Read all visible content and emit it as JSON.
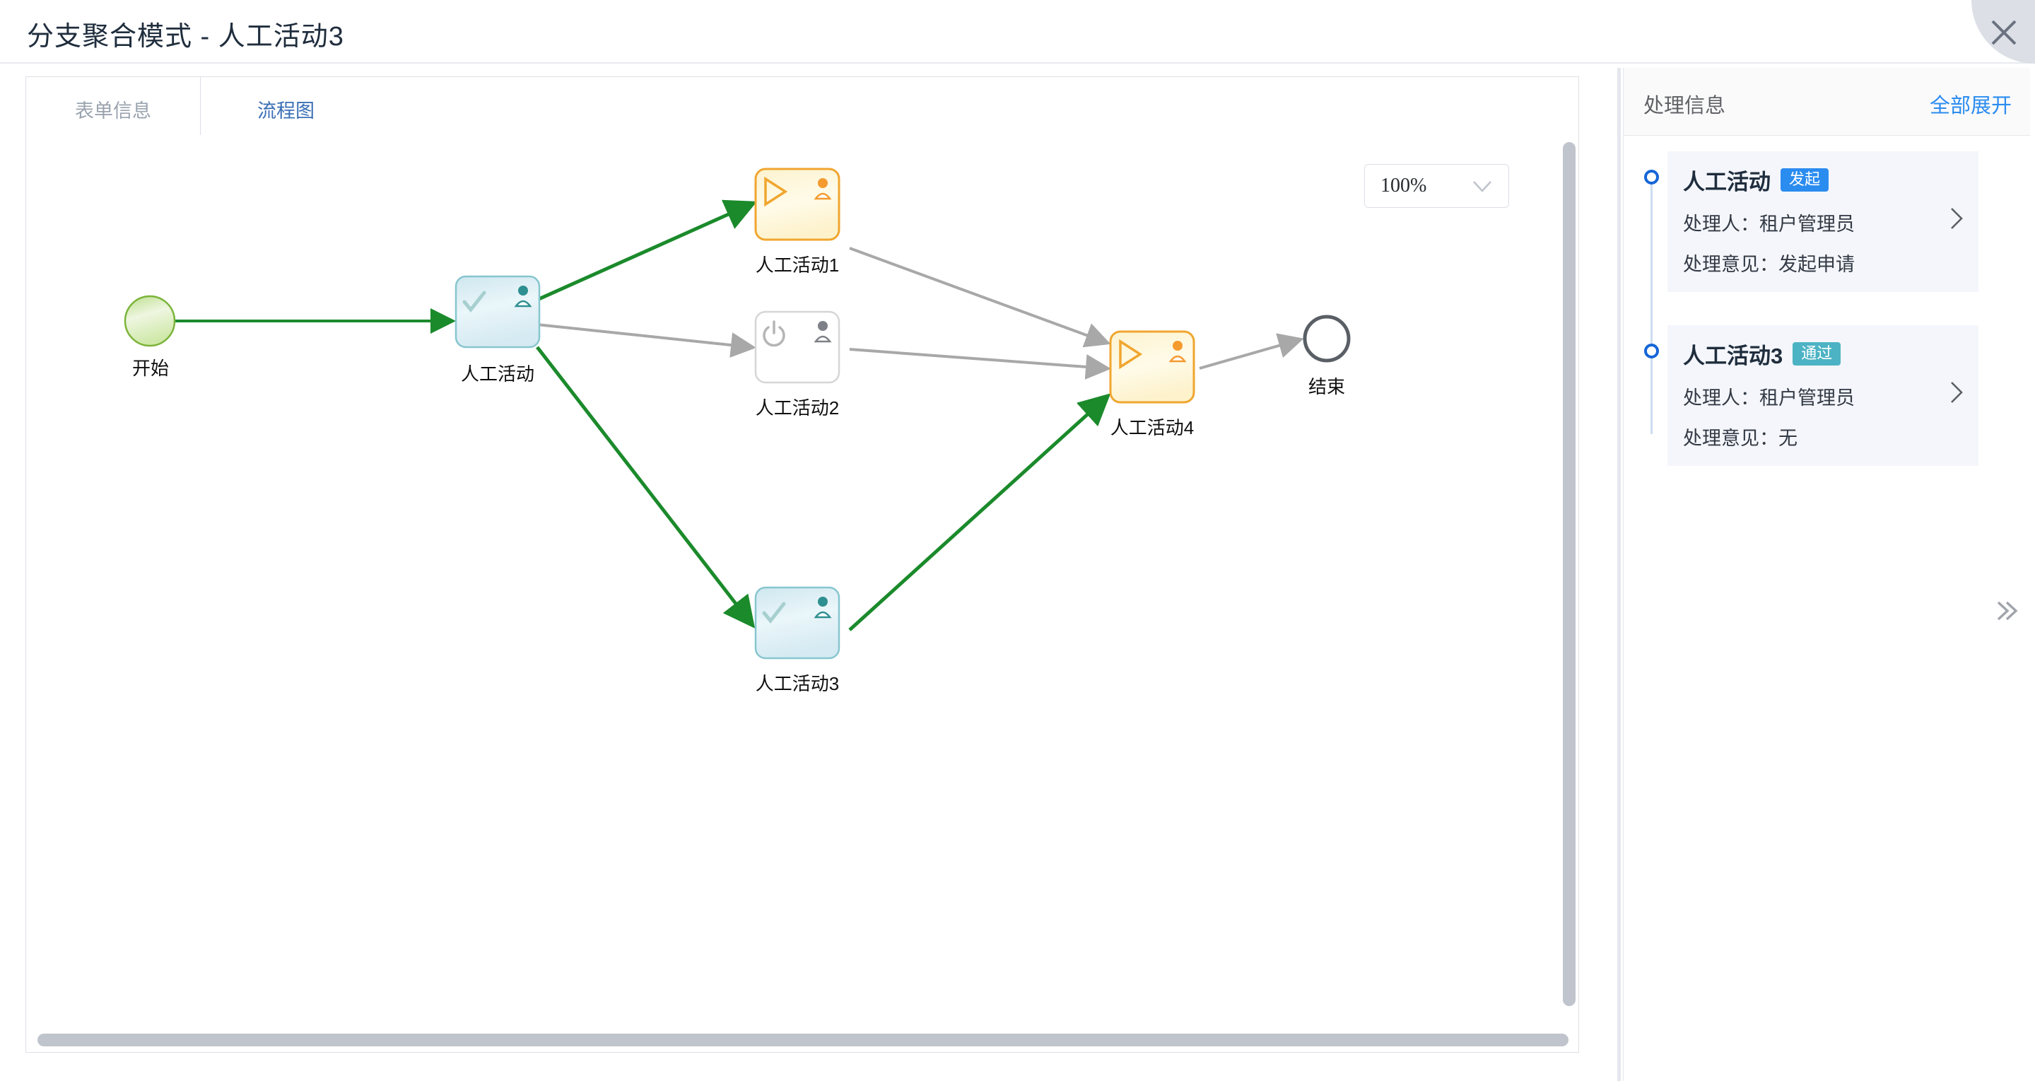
{
  "window": {
    "title": "分支聚合模式 - 人工活动3",
    "close_icon": "close-icon"
  },
  "tabs": [
    {
      "label": "表单信息",
      "active": false
    },
    {
      "label": "流程图",
      "active": true
    }
  ],
  "canvas": {
    "zoom": {
      "value": "100%",
      "caret_icon": "chevron-down-icon"
    },
    "nodes": [
      {
        "id": "start",
        "label": "开始",
        "type": "start",
        "state": "completed"
      },
      {
        "id": "task0",
        "label": "人工活动",
        "type": "user-task",
        "state": "completed"
      },
      {
        "id": "task1",
        "label": "人工活动1",
        "type": "user-task",
        "state": "running"
      },
      {
        "id": "task2",
        "label": "人工活动2",
        "type": "user-task",
        "state": "inactive"
      },
      {
        "id": "task3",
        "label": "人工活动3",
        "type": "user-task",
        "state": "completed"
      },
      {
        "id": "task4",
        "label": "人工活动4",
        "type": "user-task",
        "state": "running"
      },
      {
        "id": "end",
        "label": "结束",
        "type": "end",
        "state": "inactive"
      }
    ],
    "edges": [
      {
        "from": "start",
        "to": "task0",
        "state": "traversed"
      },
      {
        "from": "task0",
        "to": "task1",
        "state": "traversed"
      },
      {
        "from": "task0",
        "to": "task2",
        "state": "pending"
      },
      {
        "from": "task0",
        "to": "task3",
        "state": "traversed"
      },
      {
        "from": "task1",
        "to": "task4",
        "state": "pending"
      },
      {
        "from": "task2",
        "to": "task4",
        "state": "pending"
      },
      {
        "from": "task3",
        "to": "task4",
        "state": "traversed"
      },
      {
        "from": "task4",
        "to": "end",
        "state": "pending"
      }
    ],
    "colors": {
      "traversed_edge": "#1b8a2b",
      "pending_edge": "#a8a8a8",
      "running_border": "#f0a62f",
      "running_fill": "#fdf6dc",
      "completed_border": "#87c6cf",
      "completed_fill": "#dceef5",
      "inactive_border": "#d6d6d6",
      "start_fill": "#d6ecb0",
      "end_border": "#5a5f66"
    }
  },
  "panel": {
    "title": "处理信息",
    "expand_all_label": "全部展开",
    "items": [
      {
        "name": "人工活动",
        "badge": "发起",
        "badge_color": "blue",
        "handler_label": "处理人：",
        "handler_value": "租户管理员",
        "opinion_label": "处理意见：",
        "opinion_value": "发起申请",
        "chevron_icon": "chevron-right-icon"
      },
      {
        "name": "人工活动3",
        "badge": "通过",
        "badge_color": "teal",
        "handler_label": "处理人：",
        "handler_value": "租户管理员",
        "opinion_label": "处理意见：",
        "opinion_value": "无",
        "chevron_icon": "chevron-right-icon"
      }
    ],
    "collapse_icon": "double-chevron-right-icon"
  }
}
